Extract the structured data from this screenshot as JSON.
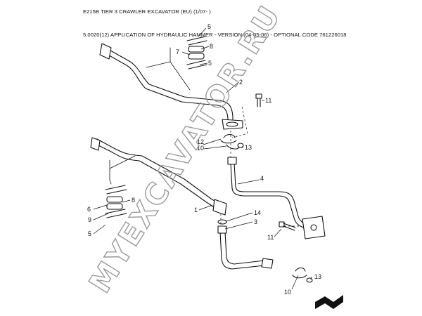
{
  "header": {
    "title": "E215B TIER 3 CRAWLER EXCAVATOR (EU) (1/07- )",
    "subtitle": "5.0020(12) APPLICATION OF HYDRAULIC HAMMER - VERSION (04-05-06) - OPTIONAL CODE 761226018"
  },
  "watermark": "MYEXCAVATOR.RU",
  "callouts": {
    "c5a": "5",
    "c8a": "8",
    "c7a": "7",
    "c5b": "5",
    "c2": "2",
    "c11a": "11",
    "c12": "12",
    "c10a": "10",
    "c13a": "13",
    "c4": "4",
    "c6": "6",
    "c8b": "8",
    "c9": "9",
    "c5c": "5",
    "c1": "1",
    "c14": "14",
    "c3": "3",
    "c11b": "11",
    "c13b": "13",
    "c10b": "10"
  },
  "colors": {
    "line": "#111111",
    "watermark": "#9a9a9a"
  },
  "icons": {
    "corner": "page-turn-icon"
  }
}
